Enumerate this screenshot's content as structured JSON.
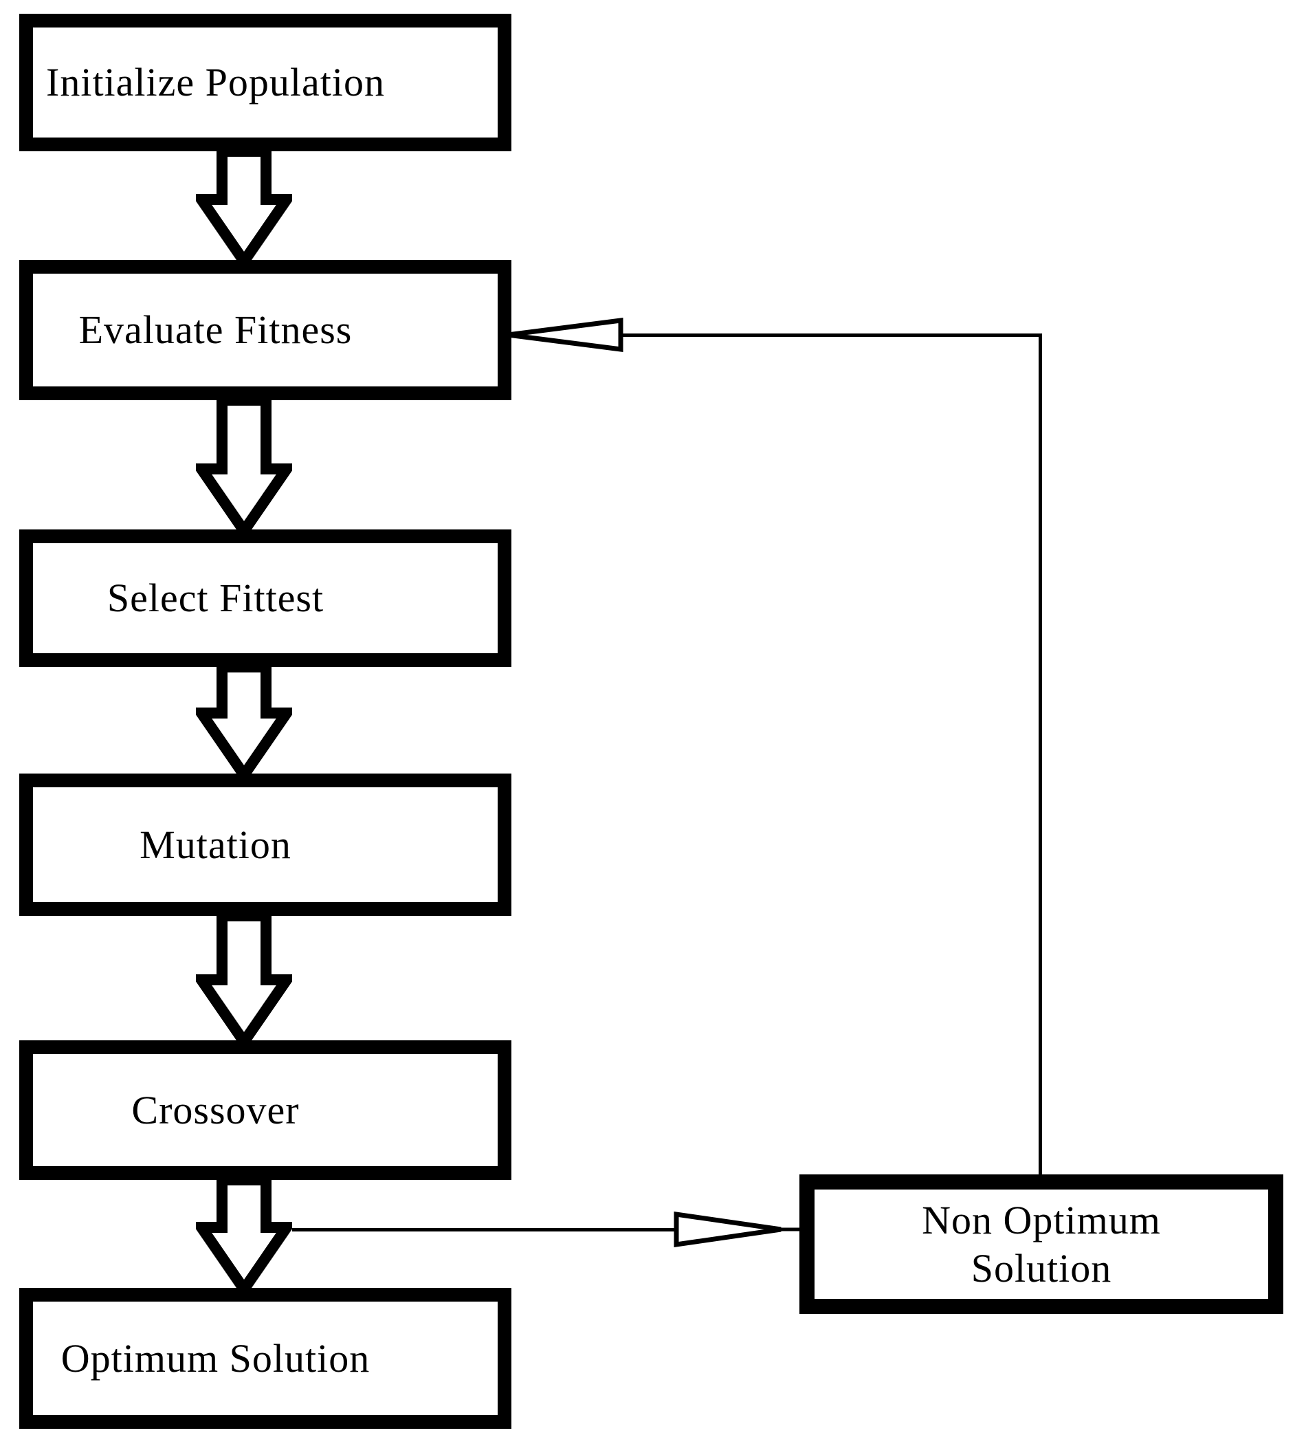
{
  "flowchart": {
    "background_color": "#ffffff",
    "node_border_color": "#000000",
    "node_fill_color": "#ffffff",
    "text_color": "#000000",
    "nodes": [
      {
        "id": "initialize-population",
        "label": "Initialize Population"
      },
      {
        "id": "evaluate-fitness",
        "label": "Evaluate Fitness"
      },
      {
        "id": "select-fittest",
        "label": "Select Fittest"
      },
      {
        "id": "mutation",
        "label": "Mutation"
      },
      {
        "id": "crossover",
        "label": "Crossover"
      },
      {
        "id": "optimum-solution",
        "label": "Optimum Solution"
      },
      {
        "id": "non-optimum-solution",
        "label": "Non Optimum\nSolution"
      }
    ],
    "edges": [
      {
        "from": "initialize-population",
        "to": "evaluate-fitness",
        "style": "hollow-block-arrow-down"
      },
      {
        "from": "evaluate-fitness",
        "to": "select-fittest",
        "style": "hollow-block-arrow-down"
      },
      {
        "from": "select-fittest",
        "to": "mutation",
        "style": "hollow-block-arrow-down"
      },
      {
        "from": "mutation",
        "to": "crossover",
        "style": "hollow-block-arrow-down"
      },
      {
        "from": "crossover",
        "to": "optimum-solution",
        "style": "hollow-block-arrow-down"
      },
      {
        "from": "crossover",
        "to": "non-optimum-solution",
        "style": "thin-line-open-arrowhead"
      },
      {
        "from": "non-optimum-solution",
        "to": "evaluate-fitness",
        "style": "thin-line-open-arrowhead"
      }
    ]
  }
}
